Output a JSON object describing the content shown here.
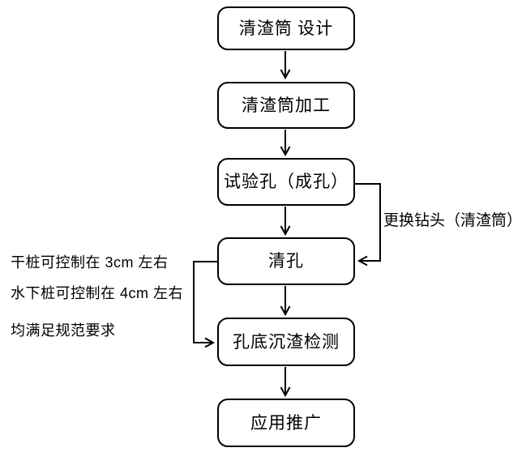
{
  "diagram": {
    "type": "flowchart",
    "background_color": "#ffffff",
    "line_color": "#000000",
    "text_color": "#000000",
    "nodes": [
      {
        "id": "design",
        "label": "清渣筒 设计"
      },
      {
        "id": "fabrication",
        "label": "清渣筒加工"
      },
      {
        "id": "test-hole",
        "label": "试验孔（成孔）"
      },
      {
        "id": "hole-cleaning",
        "label": "清孔"
      },
      {
        "id": "sediment-detection",
        "label": "孔底沉渣检测"
      },
      {
        "id": "application",
        "label": "应用推广"
      }
    ],
    "edges": [
      {
        "from": "design",
        "to": "fabrication",
        "label": ""
      },
      {
        "from": "fabrication",
        "to": "test-hole",
        "label": ""
      },
      {
        "from": "test-hole",
        "to": "hole-cleaning",
        "label": "更换钻头（清渣筒）",
        "route": "right-side-loop"
      },
      {
        "from": "hole-cleaning",
        "to": "sediment-detection",
        "label": ""
      },
      {
        "from": "hole-cleaning",
        "to": "sediment-detection",
        "label": "",
        "route": "left-side-branch"
      },
      {
        "from": "sediment-detection",
        "to": "application",
        "label": ""
      }
    ],
    "annotations": {
      "right_loop_label": "更换钻头（清渣筒）",
      "left_note_lines": [
        "干桩可控制在 3cm 左右",
        "水下桩可控制在 4cm 左右",
        "均满足规范要求"
      ]
    }
  }
}
